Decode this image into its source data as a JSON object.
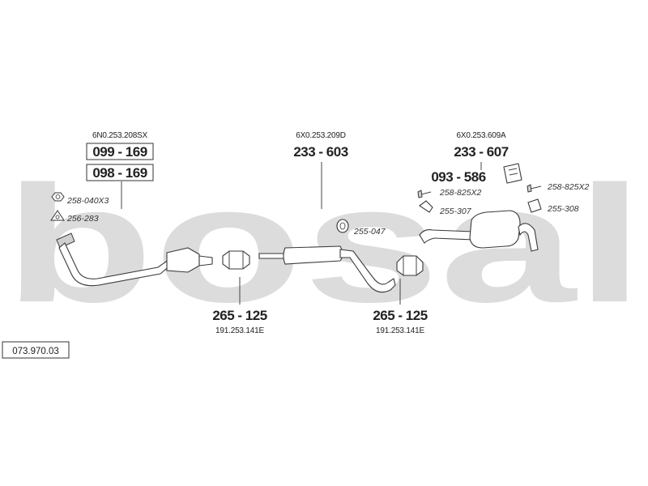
{
  "logo": {
    "text": "bosal",
    "color": "#dcdcdc"
  },
  "diagram_code": "073.970.03",
  "parts": {
    "front_pipe": {
      "oe_number": "6N0.253.208SX",
      "part_numbers": [
        "099 - 169",
        "098 - 169"
      ],
      "accessories": [
        "258-040X3",
        "256-283"
      ]
    },
    "clamp_front": {
      "part_number": "265 - 125",
      "oe_number": "191.253.141E"
    },
    "center_silencer": {
      "oe_number": "6X0.253.209D",
      "part_number": "233 - 603",
      "accessory": "255-047"
    },
    "clamp_rear": {
      "part_number": "265 - 125",
      "oe_number": "191.253.141E"
    },
    "rear_silencer": {
      "oe_number": "6X0.253.609A",
      "part_number": "233 - 607",
      "bracket_number": "093 - 586",
      "accessories": [
        "258-825X2",
        "255-307",
        "258-825X2",
        "255-308"
      ]
    }
  }
}
